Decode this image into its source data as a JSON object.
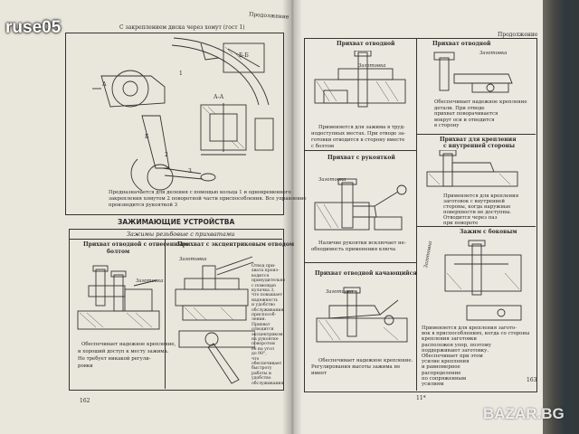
{
  "logo": {
    "text": "ruse05"
  },
  "watermark": {
    "text": "BAZAR.BG"
  },
  "left_page": {
    "header_title": "С закреплением диска через хомут (гост 1)",
    "header_right": "Продолжение",
    "fig_labels": {
      "A": "А",
      "A2": "А-А",
      "B": "Б",
      "B2": "Б-Б",
      "n1": "1",
      "n2": "2",
      "n3": "3"
    },
    "caption_lines": [
      "Предназначается для деления с помощью кольца 1 и одновременного",
      "закрепления хомутом 2 поворотной части приспособления. Все управление",
      "производится рукояткой 3"
    ],
    "section_title": "ЗАЖИМАЮЩИЕ УСТРОЙСТВА",
    "subsection_title": "Зажимы резьбовые с прихватами",
    "col1_title_lines": [
      "Прихват отводной с отнесенным",
      "болтом"
    ],
    "col2_title": "Прихват с эксцентриковым отводом",
    "label_zagotovka1": "Заготовка",
    "label_zagotovka2": "Заготовка",
    "col1_caption_lines": [
      "Обеспечивает надежное крепление,",
      "и хороший доступ к месту зажима.",
      "Не требует никакой регули-",
      "ровки"
    ],
    "col2_side_lines": [
      "Отвод при-",
      "хвата произ-",
      "водится",
      "принудительно",
      "с помощью",
      "кулачка 3,",
      "что повышает",
      "надежность",
      "и удобство",
      "обслуживания",
      "приспособ-",
      "ления.",
      "Прихват",
      "отводится",
      "эксцентриком",
      "на рукоятке",
      "поворотом",
      "ее на угол",
      "до 90°,",
      "что",
      "обеспечивает",
      "быстроту",
      "работы и",
      "удобство",
      "обслуживания"
    ],
    "page_number": "162"
  },
  "right_page": {
    "header_right": "Продолжение",
    "r1_title": "Прихват отводной",
    "r1_label": "Заготовка",
    "r1_caption_lines": [
      "Применяется для зажима в труд-",
      "нодоступных местах. При отводе за-",
      "готовки отводится в сторону вместе",
      "с болтом"
    ],
    "r2_title": "Прихват с рукояткой",
    "r2_label": "Заготовка",
    "r2_caption_lines": [
      "Наличие рукоятки исключает не-",
      "обходимость применения ключа"
    ],
    "r3_title": "Прихват отводной качающийся",
    "r3_label": "Заготовка",
    "r3_caption_lines": [
      "Обеспечивает надежное крепление.",
      "Регулирования высоты зажима не",
      "имеет"
    ],
    "s1_title": "Прихват отводной",
    "s1_label": "Заготовка",
    "s1_caption_lines": [
      "Обеспечивает надежное крепление",
      "детали. При отводе",
      "прихват поворачивается",
      "вокруг оси и отводится",
      "в сторону"
    ],
    "s2_title_lines": [
      "Прихват для крепления",
      "с внутренней стороны"
    ],
    "s2_caption_lines": [
      "Применяется для крепления",
      "заготовок с внутренней",
      "стороны, когда наружные",
      "поверхности не доступны.",
      "Отводится через паз",
      "при повороте"
    ],
    "s3_title": "Зажим с боковым",
    "s3_label": "Заготовка",
    "s3_caption_lines": [
      "Применяется для крепления загото-",
      "вок в приспособлениях, когда со стороны",
      "крепления заготовки",
      "расположен упор, поэтому",
      "поддерживают заготовку.",
      "Обеспечивает при этом",
      "усилие крепления",
      "и равномерное",
      "распределение",
      "по сопряженным",
      "усилиям"
    ],
    "page_mark": "11*",
    "page_number": "163"
  },
  "colors": {
    "paper": "#e9e6dc",
    "ink": "#2a2a2a",
    "cover": "#33393b"
  }
}
